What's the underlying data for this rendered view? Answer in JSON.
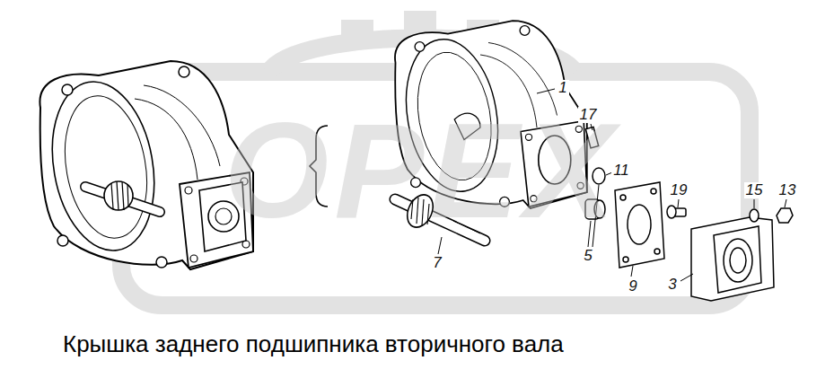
{
  "diagram": {
    "caption": "Крышка заднего подшипника вторичного вала",
    "labels": [
      "OPEX",
      "1",
      "17",
      "11",
      "5",
      "7",
      "9",
      "19",
      "3",
      "15",
      "13"
    ]
  }
}
